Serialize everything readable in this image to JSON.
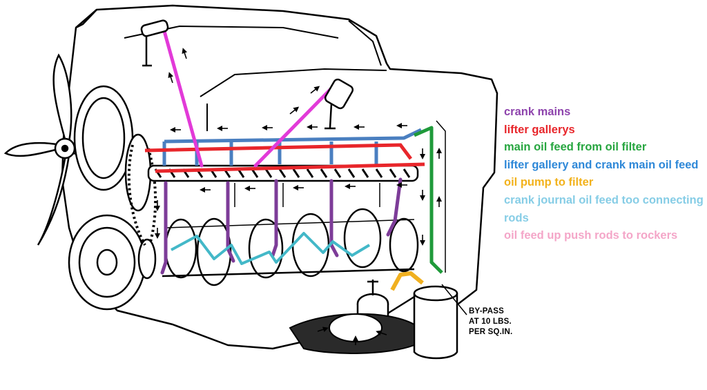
{
  "legend": {
    "items": [
      {
        "label": "crank mains",
        "color": "#8e44ad"
      },
      {
        "label": "lifter gallerys",
        "color": "#e8262b"
      },
      {
        "label": "main oil feed from oil filter",
        "color": "#27a640"
      },
      {
        "label": "lifter gallery and crank main oil feed",
        "color": "#2e88d8"
      },
      {
        "label": "oil pump to filter",
        "color": "#f2b21c"
      },
      {
        "label": "crank journal oil feed too connecting rods",
        "color": "#86cde6"
      },
      {
        "label": "oil feed up push rods to rockers",
        "color": "#f4a6c8"
      }
    ]
  },
  "annotation": {
    "bypass": "BY-PASS\nAT 10 LBS.\nPER SQ.IN."
  },
  "colors": {
    "crank_mains": "#7d3c98",
    "lifter_gallery": "#e8262b",
    "main_feed": "#1f9a3a",
    "feed_blue": "#4a7fc0",
    "pump": "#f0b020",
    "journal": "#43b8c8",
    "pushrod": "#e23ad8"
  }
}
